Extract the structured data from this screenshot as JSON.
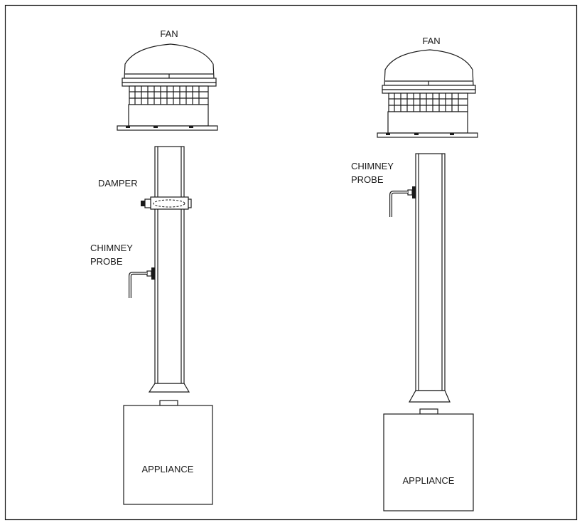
{
  "diagram": {
    "left": {
      "fan_label": "FAN",
      "damper_label": "DAMPER",
      "probe_label_line1": "CHIMNEY",
      "probe_label_line2": "PROBE",
      "appliance_label": "APPLIANCE"
    },
    "right": {
      "fan_label": "FAN",
      "probe_label_line1": "CHIMNEY",
      "probe_label_line2": "PROBE",
      "appliance_label": "APPLIANCE"
    }
  }
}
